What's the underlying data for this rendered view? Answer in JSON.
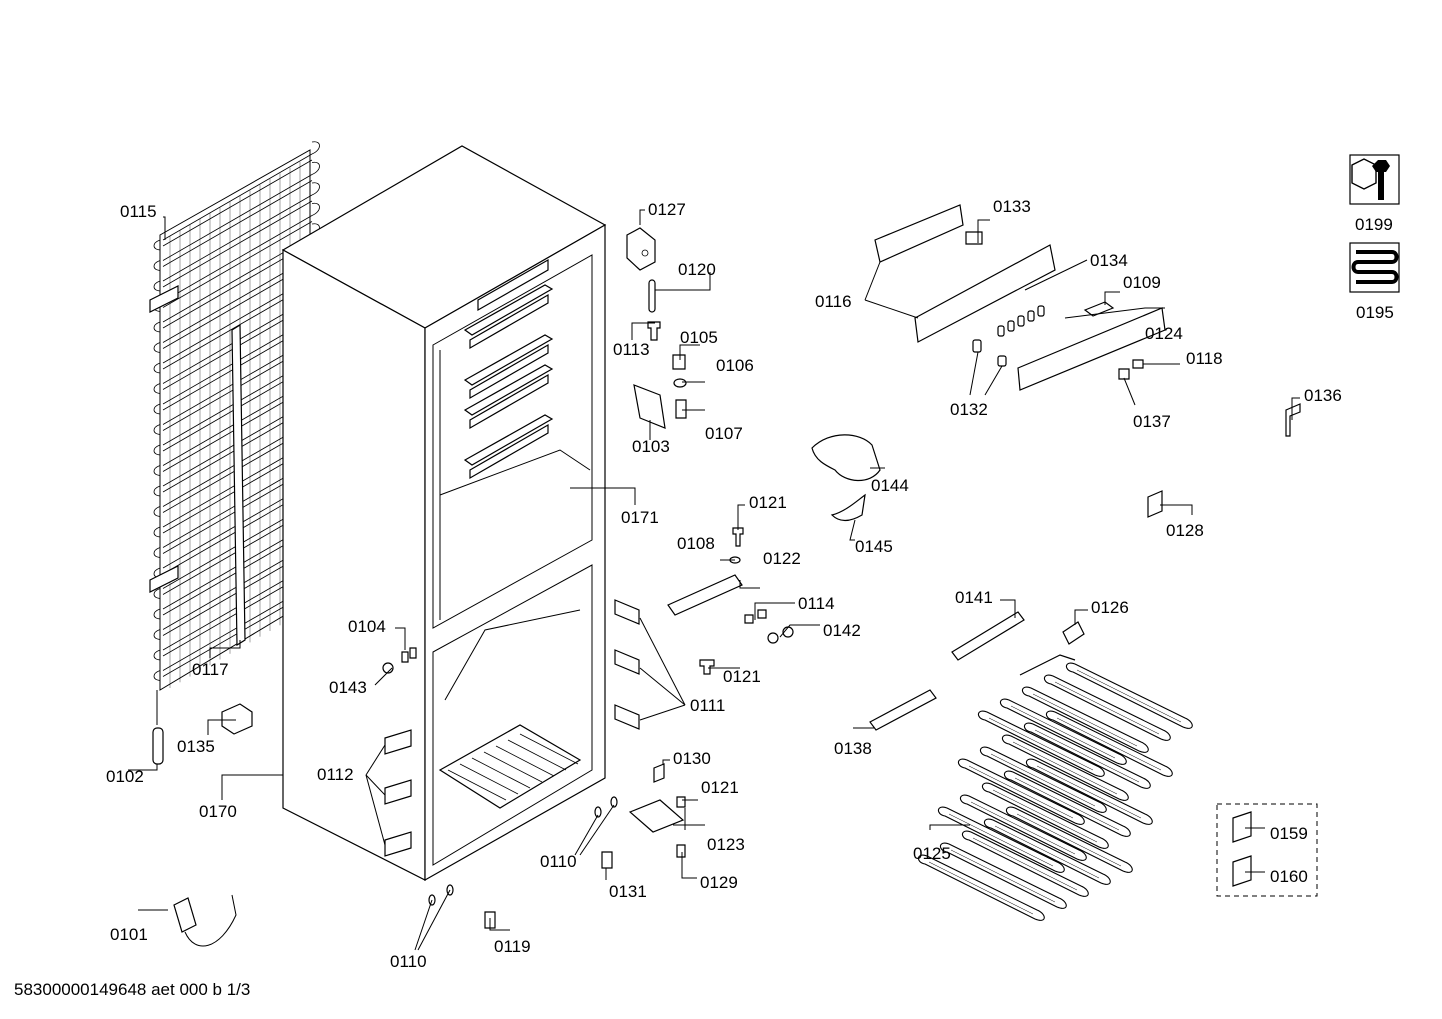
{
  "labels": [
    {
      "id": "0101",
      "text": "0101"
    },
    {
      "id": "0102",
      "text": "0102"
    },
    {
      "id": "0103",
      "text": "0103"
    },
    {
      "id": "0104",
      "text": "0104"
    },
    {
      "id": "0105",
      "text": "0105"
    },
    {
      "id": "0106",
      "text": "0106"
    },
    {
      "id": "0107",
      "text": "0107"
    },
    {
      "id": "0108",
      "text": "0108"
    },
    {
      "id": "0109",
      "text": "0109"
    },
    {
      "id": "0110a",
      "text": "0110"
    },
    {
      "id": "0110b",
      "text": "0110"
    },
    {
      "id": "0111",
      "text": "0111"
    },
    {
      "id": "0112",
      "text": "0112"
    },
    {
      "id": "0113",
      "text": "0113"
    },
    {
      "id": "0114",
      "text": "0114"
    },
    {
      "id": "0115",
      "text": "0115"
    },
    {
      "id": "0116",
      "text": "0116"
    },
    {
      "id": "0117",
      "text": "0117"
    },
    {
      "id": "0118",
      "text": "0118"
    },
    {
      "id": "0119",
      "text": "0119"
    },
    {
      "id": "0120",
      "text": "0120"
    },
    {
      "id": "0121a",
      "text": "0121"
    },
    {
      "id": "0121b",
      "text": "0121"
    },
    {
      "id": "0121c",
      "text": "0121"
    },
    {
      "id": "0122",
      "text": "0122"
    },
    {
      "id": "0123",
      "text": "0123"
    },
    {
      "id": "0124",
      "text": "0124"
    },
    {
      "id": "0125",
      "text": "0125"
    },
    {
      "id": "0126",
      "text": "0126"
    },
    {
      "id": "0127",
      "text": "0127"
    },
    {
      "id": "0128",
      "text": "0128"
    },
    {
      "id": "0129",
      "text": "0129"
    },
    {
      "id": "0130",
      "text": "0130"
    },
    {
      "id": "0131",
      "text": "0131"
    },
    {
      "id": "0132",
      "text": "0132"
    },
    {
      "id": "0133",
      "text": "0133"
    },
    {
      "id": "0134",
      "text": "0134"
    },
    {
      "id": "0135",
      "text": "0135"
    },
    {
      "id": "0136",
      "text": "0136"
    },
    {
      "id": "0137",
      "text": "0137"
    },
    {
      "id": "0138",
      "text": "0138"
    },
    {
      "id": "0141",
      "text": "0141"
    },
    {
      "id": "0142",
      "text": "0142"
    },
    {
      "id": "0143",
      "text": "0143"
    },
    {
      "id": "0144",
      "text": "0144"
    },
    {
      "id": "0145",
      "text": "0145"
    },
    {
      "id": "0159",
      "text": "0159"
    },
    {
      "id": "0160",
      "text": "0160"
    },
    {
      "id": "0170",
      "text": "0170"
    },
    {
      "id": "0171",
      "text": "0171"
    },
    {
      "id": "0195",
      "text": "0195"
    },
    {
      "id": "0199",
      "text": "0199"
    }
  ],
  "footer": {
    "text": "58300000149648 aet 000 b 1/3"
  },
  "icons": {
    "tools": "wrench-nut-icon",
    "heater": "heating-coil-icon"
  }
}
